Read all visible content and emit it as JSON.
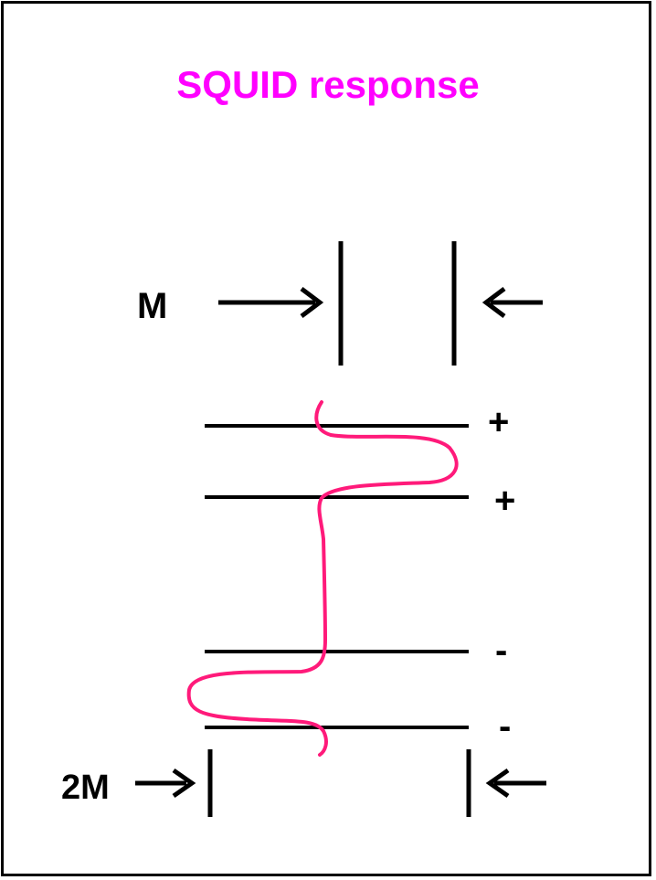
{
  "title": "SQUID response",
  "title_color": "#ff00ff",
  "curve_color": "#ff1a7a",
  "top_label": "M",
  "bottom_label": "2M",
  "coil_signs": [
    "+",
    "+",
    "-",
    "-"
  ]
}
